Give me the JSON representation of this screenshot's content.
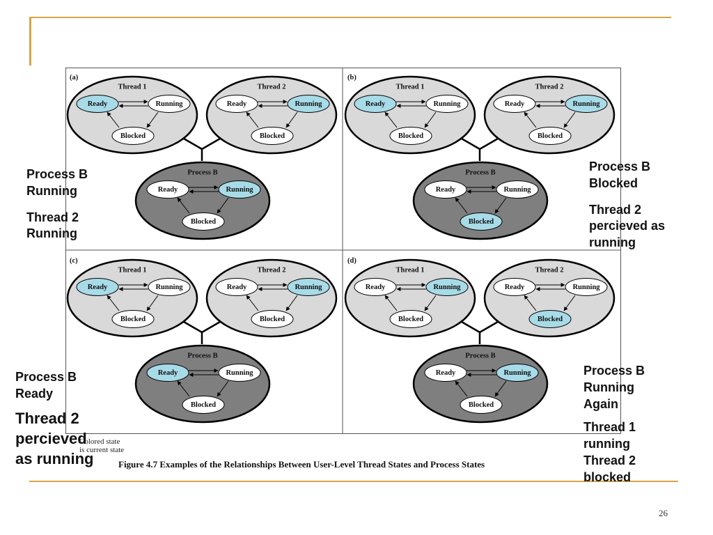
{
  "colors": {
    "accent": "#d6a545",
    "thread_fill": "#d9d9d9",
    "process_fill": "#7f7f7f",
    "current_state": "#a8dbe8",
    "state_fill": "#ffffff"
  },
  "state_labels": {
    "ready": "Ready",
    "running": "Running",
    "blocked": "Blocked"
  },
  "panels": [
    {
      "tag": "(a)",
      "process_title": "Process B",
      "thread1": {
        "title": "Thread 1",
        "current": "ready"
      },
      "thread2": {
        "title": "Thread 2",
        "current": "running"
      },
      "process": {
        "current": "running"
      }
    },
    {
      "tag": "(b)",
      "process_title": "Process B",
      "thread1": {
        "title": "Thread 1",
        "current": "ready"
      },
      "thread2": {
        "title": "Thread 2",
        "current": "running"
      },
      "process": {
        "current": "blocked"
      }
    },
    {
      "tag": "(c)",
      "process_title": "Process B",
      "thread1": {
        "title": "Thread 1",
        "current": "ready"
      },
      "thread2": {
        "title": "Thread 2",
        "current": "running"
      },
      "process": {
        "current": "ready"
      }
    },
    {
      "tag": "(d)",
      "process_title": "Process B",
      "thread1": {
        "title": "Thread 1",
        "current": "running"
      },
      "thread2": {
        "title": "Thread 2",
        "current": "blocked"
      },
      "process": {
        "current": "running"
      }
    }
  ],
  "legend": {
    "line1": "Colored state",
    "line2": "is current state"
  },
  "caption": "Figure 4.7   Examples of the Relationships Between User-Level Thread States and Process States",
  "notes": {
    "a": {
      "line1": "Process B",
      "line2": "Running",
      "line3": "Thread 2",
      "line4": "Running"
    },
    "b": {
      "line1": "Process B",
      "line2": "Blocked",
      "line3": "Thread 2",
      "line4": "percieved as",
      "line5": "running"
    },
    "c": {
      "line1": "Process B",
      "line2": "Ready",
      "line3": "Thread 2",
      "line4": "percieved",
      "line5": "as running"
    },
    "d": {
      "line1": "Process B",
      "line2": "Running",
      "line3": "Again",
      "line4": "Thread 1",
      "line5": "running",
      "line6": "Thread 2",
      "line7": "blocked"
    }
  },
  "page_number": "26"
}
